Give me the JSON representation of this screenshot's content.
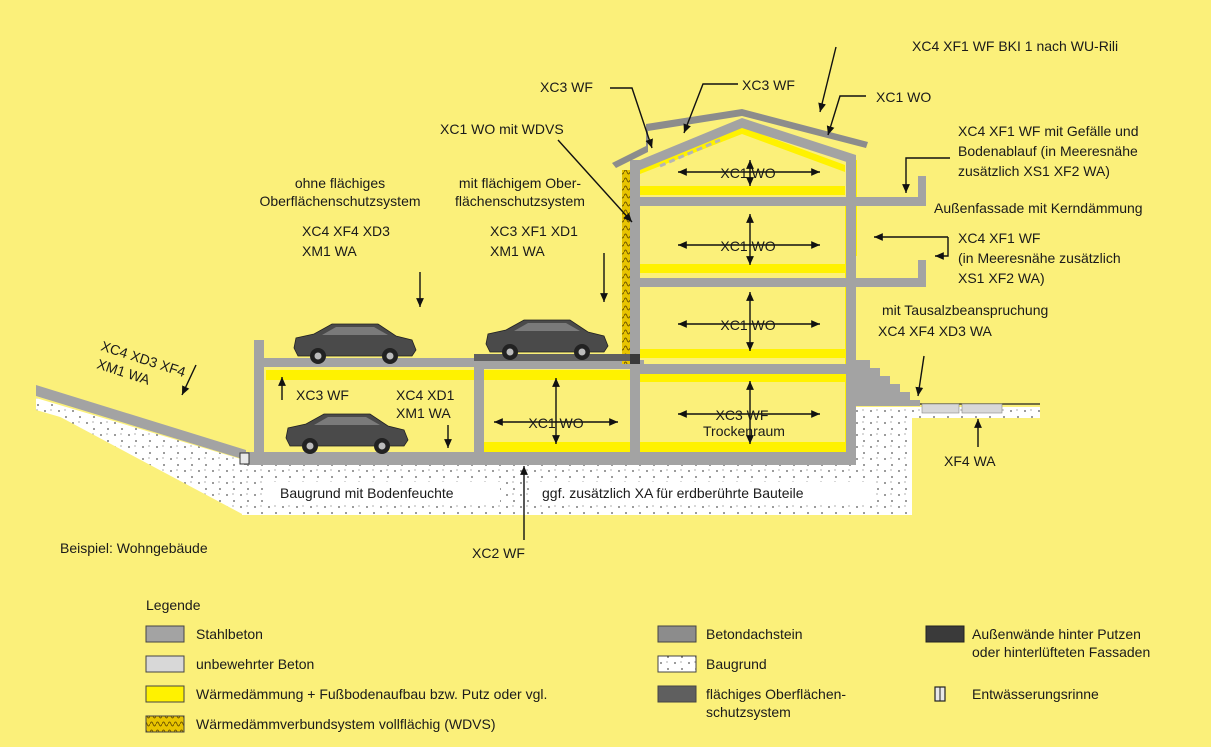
{
  "colors": {
    "background": "#fbf07a",
    "stahlbeton": "#a3a3a3",
    "unbewehrter_beton": "#d8d8d8",
    "waermedaemmung": "#fff200",
    "wdvs": "#e8c400",
    "betondachstein": "#8c8c8c",
    "baugrund": "#ffffff",
    "oberflaechenschutz": "#5f5f5f",
    "aussenwand": "#3a3a3a",
    "car": "#4a4a4a"
  },
  "labels": {
    "roof_wuri": "XC4 XF1 WF BKI 1 nach WU-Rili",
    "roof_xc3_wf": "XC3 WF",
    "roof_eave_xc3_wf": "XC3 WF",
    "roof_xc1_wo": "XC1 WO",
    "wdvs_xc1": "XC1 WO mit WDVS",
    "balcony_top": [
      "XC4 XF1 WF mit Gefälle und",
      "Bodenablauf (in Meeresnähe",
      "zusätzlich XS1 XF2 WA)"
    ],
    "aussenfassade": "Außenfassade mit Kerndämmung",
    "balcony_mid": [
      "XC4 XF1 WF",
      "(in Meeresnähe zusätzlich",
      "XS1 XF2 WA)"
    ],
    "ohne_oberflaeche": [
      "ohne flächiges",
      "Oberflächenschutzsystem"
    ],
    "mit_oberflaeche": [
      "mit flächigem Ober-",
      "flächenschutzsystem"
    ],
    "deck_left": [
      "XC4 XF4 XD3",
      "XM1 WA"
    ],
    "deck_right": [
      "XC3 XF1 XD1",
      "XM1 WA"
    ],
    "tausalz": "mit Tausalzbeanspruchung",
    "stair": "XC4 XF4 XD3 WA",
    "slope": [
      "XC4 XD3 XF4",
      "XM1 WA"
    ],
    "garage_ceiling": "XC3 WF",
    "garage_floor": [
      "XC4 XD1",
      "XM1 WA"
    ],
    "basement_room": "XC1 WO",
    "trockenraum_class": "XC3 WF",
    "trockenraum": "Trockenraum",
    "room_attic": "XC1 WO",
    "room_2og": "XC1 WO",
    "room_1og": "XC1 WO",
    "baugrund_feuchte": "Baugrund mit Bodenfeuchte",
    "xa_text": "ggf. zusätzlich XA für erdberührte Bauteile",
    "xc2": "XC2 WF",
    "xf4_wa": "XF4 WA",
    "beispiel": "Beispiel: Wohngebäude"
  },
  "legend": {
    "title": "Legende",
    "items": [
      {
        "key": "stahlbeton",
        "lines": [
          "Stahlbeton"
        ]
      },
      {
        "key": "unbewehrter_beton",
        "lines": [
          "unbewehrter Beton"
        ]
      },
      {
        "key": "waermedaemmung",
        "lines": [
          "Wärmedämmung + Fußbodenaufbau bzw. Putz oder vgl."
        ]
      },
      {
        "key": "wdvs",
        "lines": [
          "Wärmedämmverbundsystem vollflächig (WDVS)"
        ]
      },
      {
        "key": "betondachstein",
        "lines": [
          "Betondachstein"
        ]
      },
      {
        "key": "baugrund",
        "lines": [
          "Baugrund"
        ]
      },
      {
        "key": "oberflaechenschutz",
        "lines": [
          "flächiges Oberflächen-",
          "schutzsystem"
        ]
      },
      {
        "key": "aussenwand",
        "lines": [
          "Außenwände hinter Putzen",
          "oder hinterlüfteten Fassaden"
        ]
      },
      {
        "key": "rinne",
        "lines": [
          "Entwässerungsrinne"
        ]
      }
    ]
  }
}
